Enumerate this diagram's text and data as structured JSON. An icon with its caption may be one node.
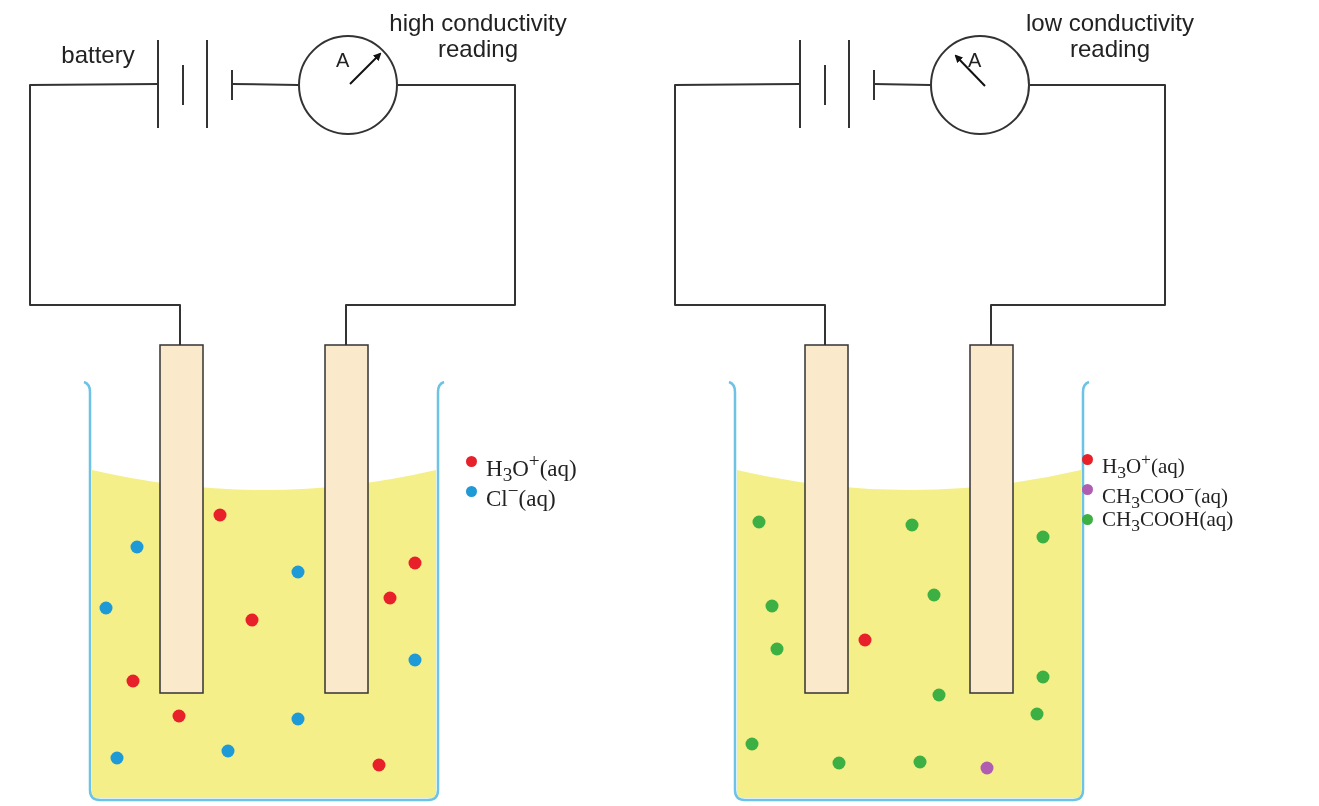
{
  "diagram": {
    "nodes": [
      {
        "text": [],
        "shape": "battery"
      },
      {
        "text": [
          "A"
        ]
      },
      {
        "text": [],
        "shape": "box"
      },
      {
        "text": [],
        "shape": "box"
      },
      {
        "text": [],
        "shape": "battery"
      },
      {
        "text": [
          "A"
        ]
      },
      {
        "text": [],
        "shape": "box"
      },
      {
        "text": [],
        "shape": "box"
      }
    ],
    "edges": [
      {
        "from": 0,
        "to": 1,
        "arrow": "none"
      },
      {
        "from": 1,
        "to": 3,
        "arrow": "none"
      },
      {
        "from": 2,
        "to": 0,
        "arrow": "none"
      },
      {
        "from": 4,
        "to": 5,
        "arrow": "none"
      },
      {
        "from": 5,
        "to": 7,
        "arrow": "none"
      },
      {
        "from": 6,
        "to": 4,
        "arrow": "none"
      }
    ],
    "labels": [
      "battery",
      "high conductivity reading",
      "low conductivity reading"
    ],
    "legend": [
      {
        "text": "H$_{3}$O$^{+}$(aq)",
        "color": "#e8202a"
      },
      {
        "text": "Cl$^{−}$(aq)",
        "color": "#1e9ad6"
      },
      {
        "text": "H$_{3}$O$^{+}$(aq)",
        "color": "#e8202a"
      },
      {
        "text": "CH$_{3}$COO$^{−}$(aq)",
        "color": "#b05cb0"
      },
      {
        "text": "CH$_{3}$COOH(aq)",
        "color": "#3cb043"
      }
    ]
  }
}
